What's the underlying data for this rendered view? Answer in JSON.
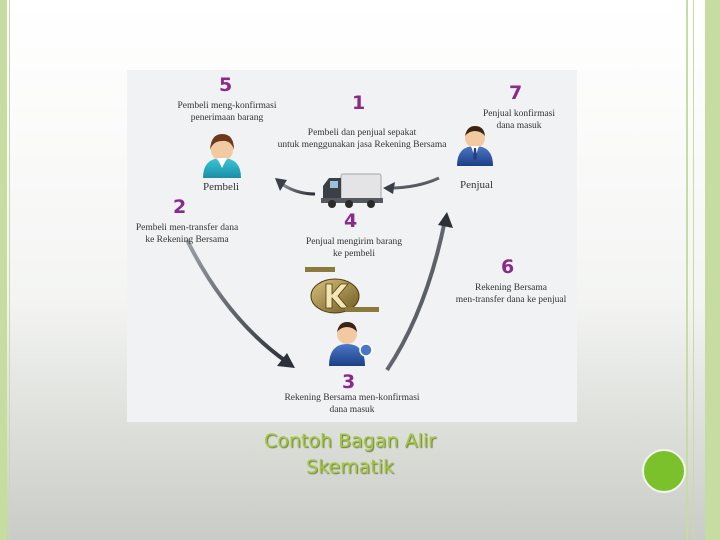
{
  "diagram": {
    "step5": {
      "num": "5",
      "line1": "Pembeli meng-konfirmasi",
      "line2": "penerimaan barang"
    },
    "step1": {
      "num": "1",
      "line1": "Pembeli dan penjual sepakat",
      "line2": "untuk menggunakan jasa Rekening Bersama"
    },
    "step7": {
      "num": "7",
      "line1": "Penjual konfirmasi",
      "line2": "dana masuk"
    },
    "step2": {
      "num": "2",
      "line1": "Pembeli men-transfer dana",
      "line2": "ke Rekening Bersama"
    },
    "step4": {
      "num": "4",
      "line1": "Penjual mengirim barang",
      "line2": "ke pembeli"
    },
    "step6": {
      "num": "6",
      "line1": "Rekening Bersama",
      "line2": "men-transfer dana ke penjual"
    },
    "step3": {
      "num": "3",
      "line1": "Rekening Bersama men-konfirmasi",
      "line2": "dana masuk"
    },
    "buyer_label": "Pembeli",
    "seller_label": "Penjual",
    "colors": {
      "step_number": "#8a2a8c",
      "caption": "#a4c83a",
      "accent_dot": "#7ac12b"
    }
  },
  "caption": {
    "line1": "Contoh Bagan Alir",
    "line2": "Skematik"
  }
}
